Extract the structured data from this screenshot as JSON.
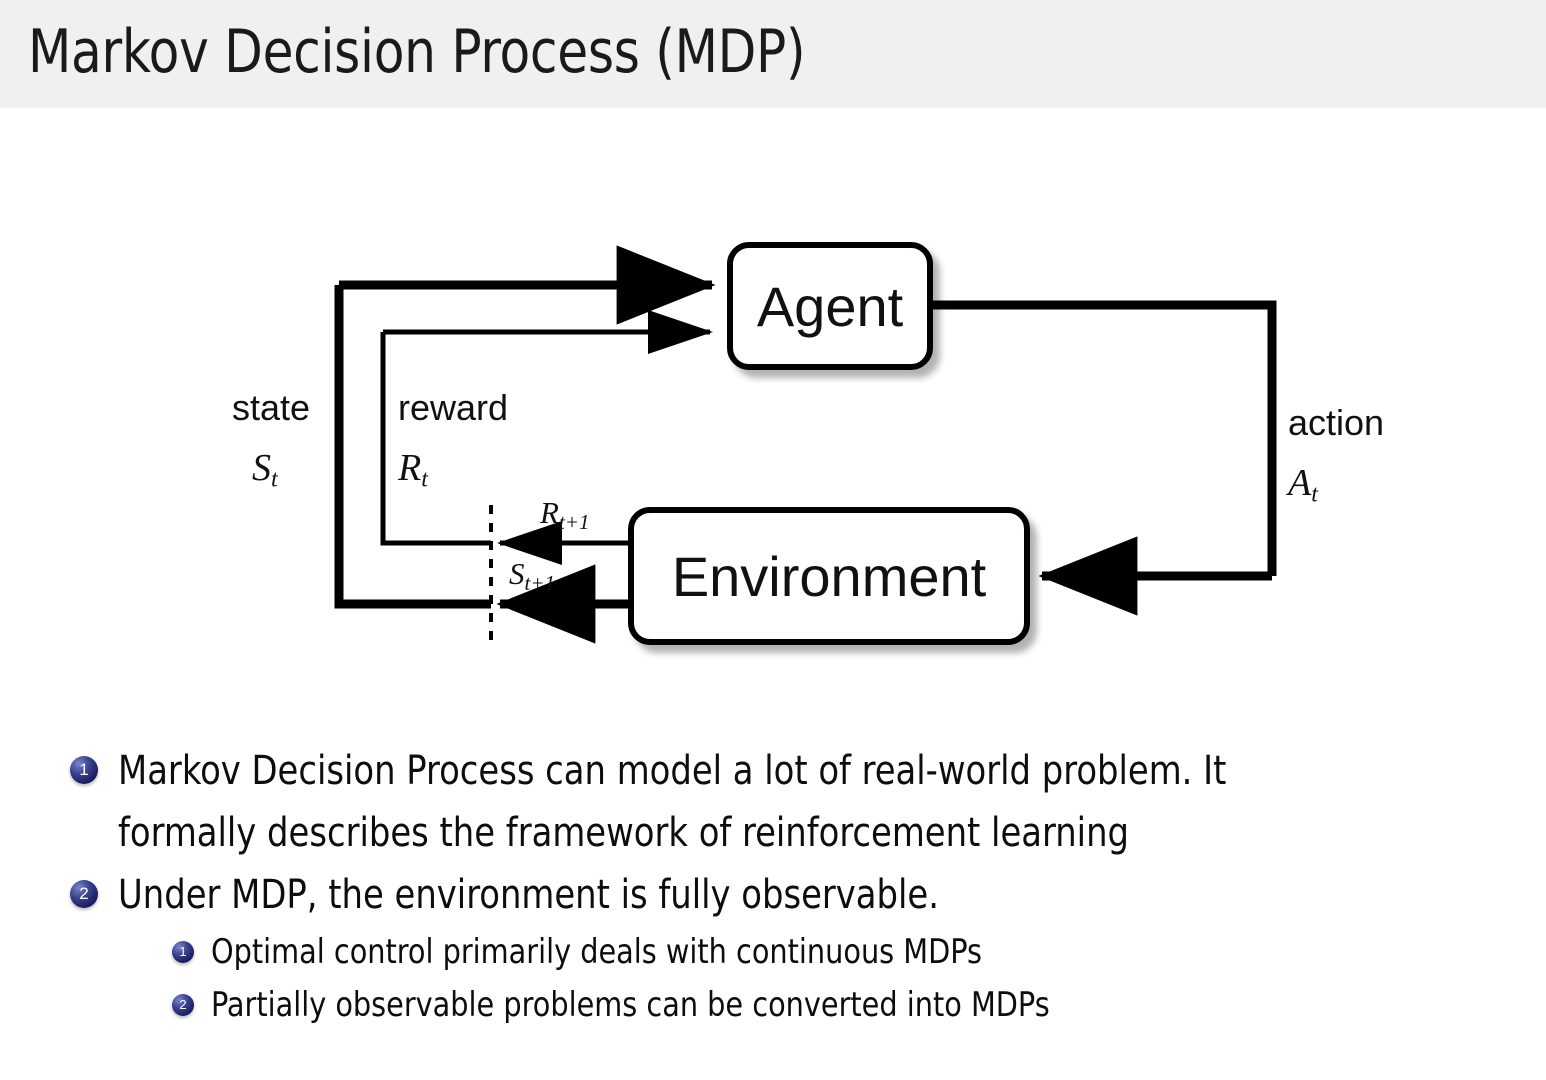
{
  "header": {
    "title": "Markov Decision Process (MDP)",
    "bar_color": "#f0f0f0"
  },
  "diagram": {
    "name": "agent-environment-interaction-loop",
    "nodes": {
      "agent": "Agent",
      "environment": "Environment"
    },
    "labels": {
      "state_word": "state",
      "state_symbol_base": "S",
      "state_symbol_sub": "t",
      "reward_word": "reward",
      "reward_symbol_base": "R",
      "reward_symbol_sub": "t",
      "action_word": "action",
      "action_symbol_base": "A",
      "action_symbol_sub": "t",
      "reward_next_base": "R",
      "reward_next_sub": "t+1",
      "state_next_base": "S",
      "state_next_sub": "t+1"
    },
    "line_color": "#000000"
  },
  "content": {
    "bullets": [
      {
        "marker": "1",
        "level": 1,
        "line1": "Markov Decision Process can model a lot of real-world problem. It",
        "line2": "formally describes the framework of reinforcement learning"
      },
      {
        "marker": "2",
        "level": 1,
        "line1": "Under MDP, the environment is fully observable.",
        "line2": ""
      },
      {
        "marker": "1",
        "level": 2,
        "line1": "Optimal control primarily deals with continuous MDPs",
        "line2": ""
      },
      {
        "marker": "2",
        "level": 2,
        "line1": "Partially observable problems can be converted into MDPs",
        "line2": ""
      }
    ],
    "bullet_color": "#28316f"
  }
}
